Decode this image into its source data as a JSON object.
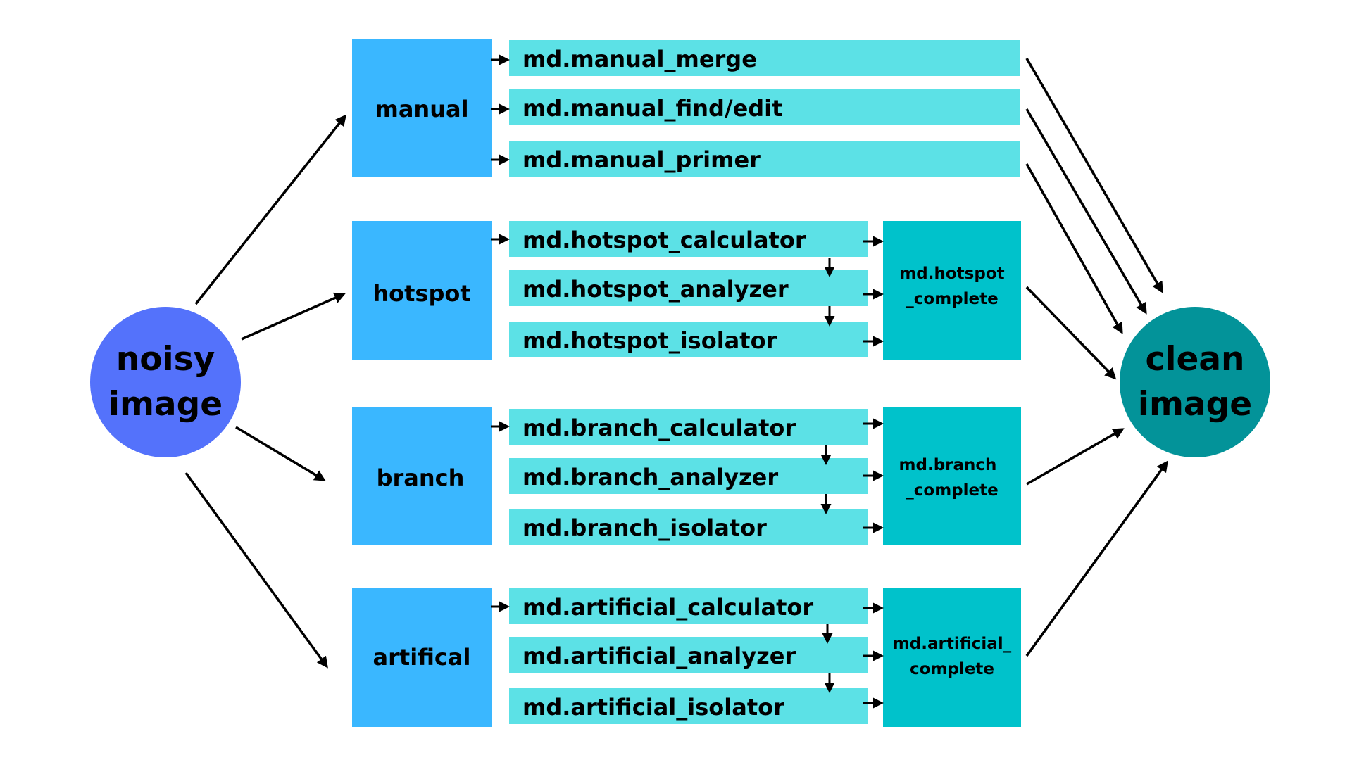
{
  "colors": {
    "input_node": "#5472fb",
    "output_node": "#039399",
    "category_box": "#3ab7ff",
    "step_box": "#5ce1e6",
    "complete_box": "#00c2cb",
    "arrow": "#000000"
  },
  "input": {
    "line1": "noisy",
    "line2": "image"
  },
  "output": {
    "line1": "clean",
    "line2": "image"
  },
  "groups": [
    {
      "category": "manual",
      "steps": [
        "md.manual_merge",
        "md.manual_find/edit",
        "md.manual_primer"
      ],
      "complete": null
    },
    {
      "category": "hotspot",
      "steps": [
        "md.hotspot_calculator",
        "md.hotspot_analyzer",
        "md.hotspot_isolator"
      ],
      "complete": {
        "line1": "md.hotspot",
        "line2": "_complete"
      }
    },
    {
      "category": "branch",
      "steps": [
        "md.branch_calculator",
        "md.branch_analyzer",
        "md.branch_isolator"
      ],
      "complete": {
        "line1": "md.branch",
        "line2": "_complete"
      }
    },
    {
      "category": "artifical",
      "steps": [
        "md.artificial_calculator",
        "md.artificial_analyzer",
        "md.artificial_isolator"
      ],
      "complete": {
        "line1": "md.artificial_",
        "line2": "complete"
      }
    }
  ]
}
